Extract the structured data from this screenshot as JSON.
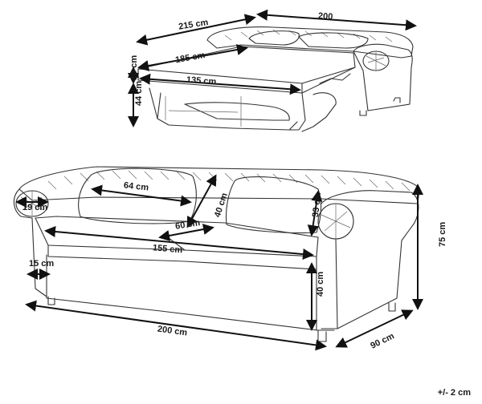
{
  "bed_view": {
    "depth_open": "215 cm",
    "width": "200",
    "mattress_length": "185 cm",
    "mattress_width": "135 cm",
    "mattress_thickness": "10 cm",
    "frame_height": "44 cm"
  },
  "sofa_view": {
    "cushion_width": "64 cm",
    "cushion_height": "40 cm",
    "back_height": "33 cm",
    "arm_width": "19 cm",
    "seat_depth": "60 cm",
    "seat_width": "155 cm",
    "arm_thickness": "15 cm",
    "seat_height": "40 cm",
    "total_height": "75 cm",
    "total_width": "200 cm",
    "total_depth": "90 cm"
  },
  "tolerance": "+/- 2 cm",
  "colors": {
    "outline": "#333333",
    "dimension": "#111111"
  }
}
